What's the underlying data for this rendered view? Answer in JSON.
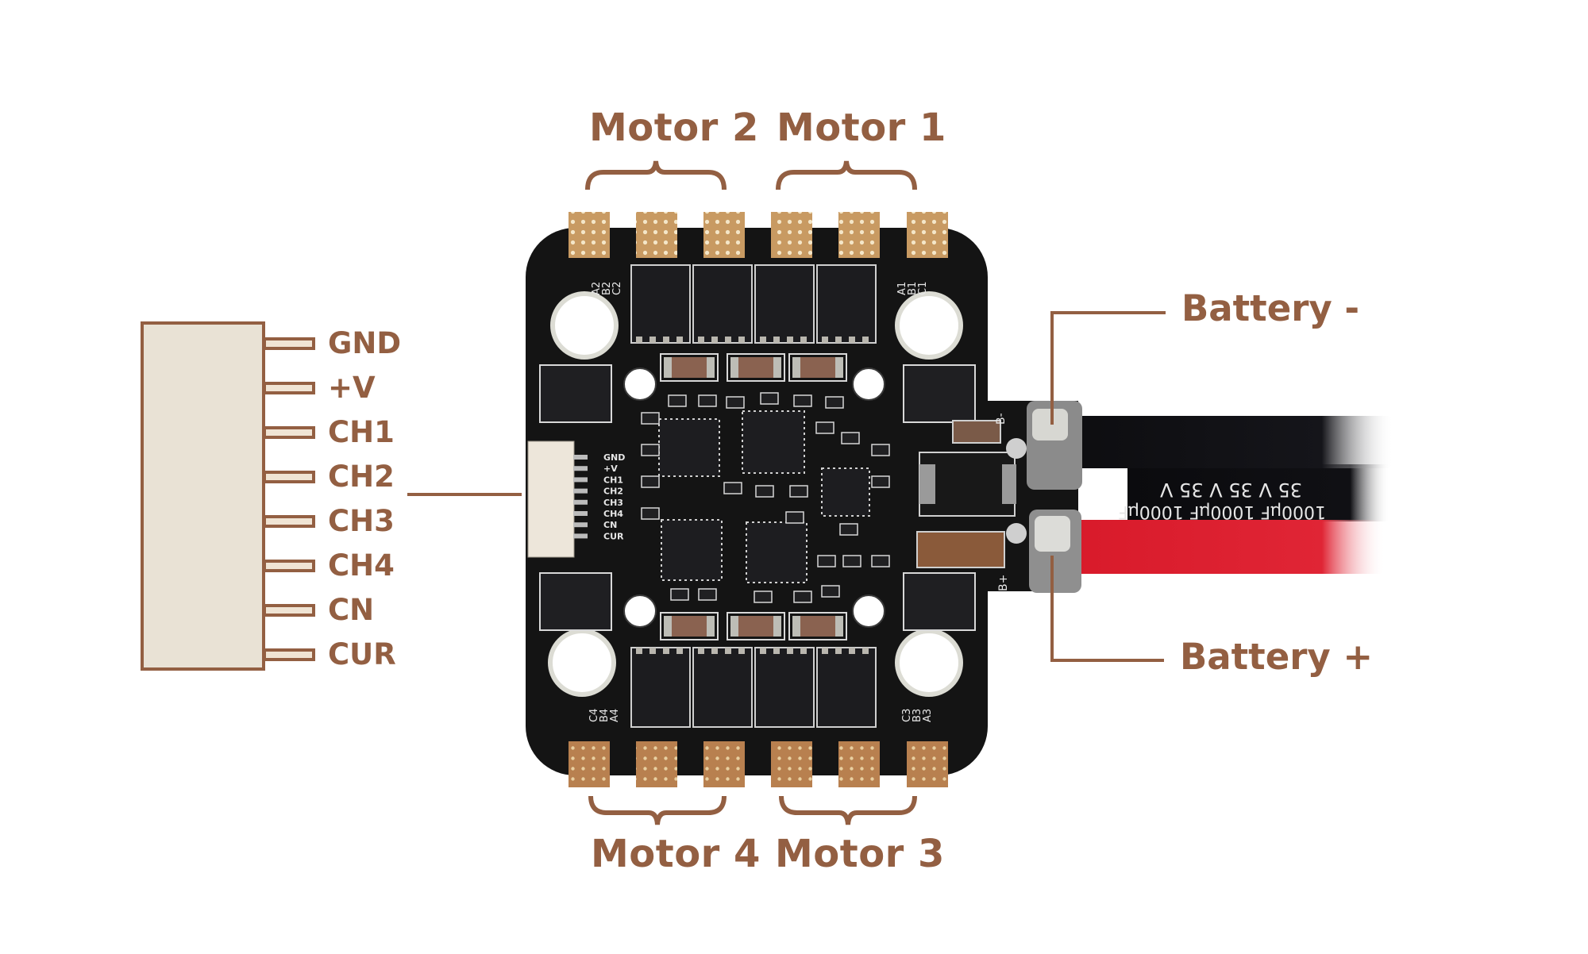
{
  "diagram": {
    "subject": "4-in-1 ESC board pinout",
    "accent_color": "#935f42",
    "connector_fill": "#e9e2d5",
    "board_color": "#141414",
    "pad_color": "#c89a62"
  },
  "motors": {
    "top_left": "Motor 2",
    "top_right": "Motor 1",
    "bottom_left": "Motor 4",
    "bottom_right": "Motor 3"
  },
  "battery": {
    "negative": "Battery -",
    "positive": "Battery +"
  },
  "connector_pins": [
    "GND",
    "+V",
    "CH1",
    "CH2",
    "CH3",
    "CH4",
    "CN",
    "CUR"
  ],
  "silkscreen": {
    "motor2_phases": [
      "A2",
      "B2",
      "C2"
    ],
    "motor1_phases": [
      "A1",
      "B1",
      "C1"
    ],
    "motor4_phases": [
      "C4",
      "B4",
      "A4"
    ],
    "motor3_phases": [
      "C3",
      "B3",
      "A3"
    ],
    "board_pins": [
      "GND",
      "+V",
      "CH1",
      "CH2",
      "CH3",
      "CH4",
      "CN",
      "CUR"
    ],
    "batt_neg_pad": "B-",
    "batt_pos_pad": "B+"
  },
  "capacitor": {
    "voltage_text": "35 V",
    "capacity_text": "1000µF"
  }
}
